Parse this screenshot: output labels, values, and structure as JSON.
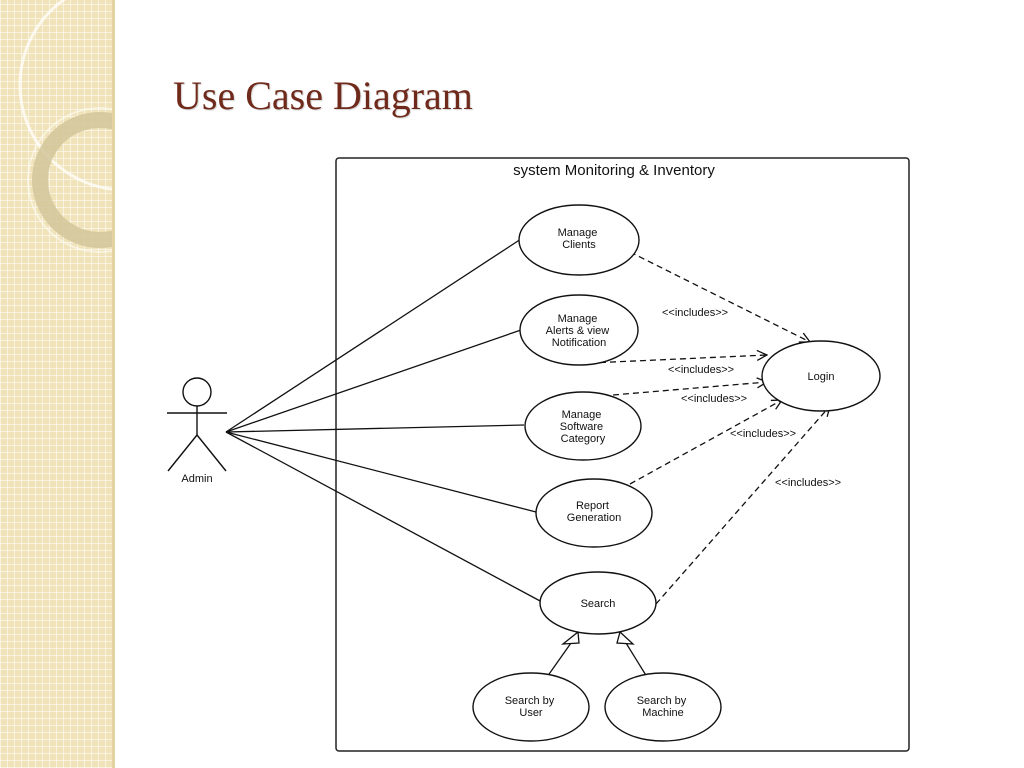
{
  "slide": {
    "title": "Use Case Diagram"
  },
  "diagram": {
    "system_name": "system Monitoring & Inventory",
    "actor": {
      "name": "Admin"
    },
    "use_cases": {
      "manage_clients": [
        "Manage",
        "Clients"
      ],
      "manage_alerts": [
        "Manage",
        "Alerts & view",
        "Notification"
      ],
      "manage_software": [
        "Manage",
        "Software",
        "Category"
      ],
      "report_generation": [
        "Report",
        "Generation"
      ],
      "search": [
        "Search"
      ],
      "login": [
        "Login"
      ],
      "search_by_user": [
        "Search by",
        "User"
      ],
      "search_by_machine": [
        "Search by",
        "Machine"
      ]
    },
    "include_label": "<<includes>>"
  },
  "colors": {
    "title": "#6f2a1c",
    "sidebar": "#f1e3b9",
    "line": "#111111"
  }
}
